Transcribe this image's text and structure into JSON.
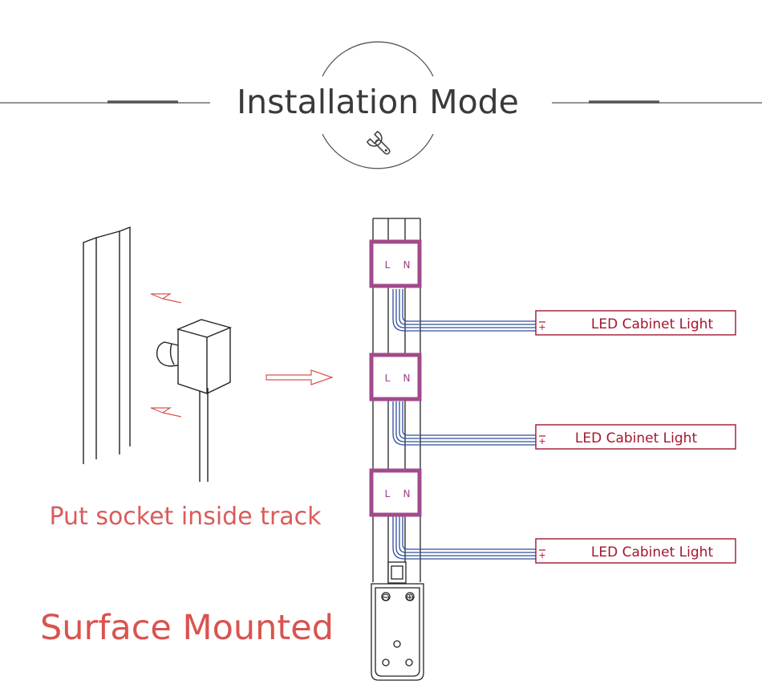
{
  "header": {
    "title": "Installation Mode",
    "icon": "wrench-icon"
  },
  "left_panel": {
    "caption": "Put socket inside track",
    "subtitle": "Surface Mounted"
  },
  "connectors": [
    {
      "l_label": "L",
      "n_label": "N"
    },
    {
      "l_label": "L",
      "n_label": "N"
    },
    {
      "l_label": "L",
      "n_label": "N"
    }
  ],
  "lights": [
    {
      "label": "LED Cabinet Light",
      "polarity": "+"
    },
    {
      "label": "LED Cabinet Light",
      "polarity": "+"
    },
    {
      "label": "LED Cabinet Light",
      "polarity": "+"
    }
  ],
  "terminal_block": {
    "minus_symbol": "⊖",
    "plus_symbol": "⊕"
  },
  "colors": {
    "title_text": "#3a3a3a",
    "header_lines": "#555555",
    "accent_red": "#d9534f",
    "caption_red": "#d95c5c",
    "connector_purple": "#a24a8c",
    "connector_label": "#9b3f8a",
    "light_box_red": "#a3162e",
    "wire_blue": "#2d4f9e",
    "drawing_black": "#222222"
  }
}
